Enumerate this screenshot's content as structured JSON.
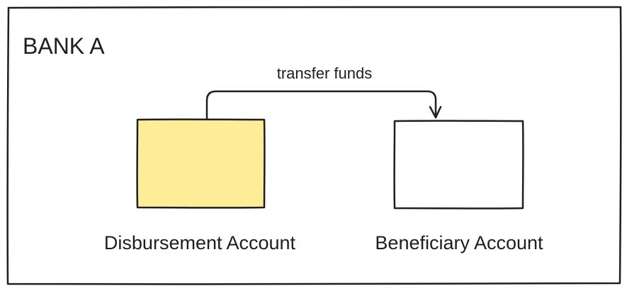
{
  "bank": {
    "label": "BANK A"
  },
  "flow": {
    "label": "transfer funds"
  },
  "accounts": {
    "source": {
      "label": "Disbursement Account",
      "fill": "#ffec99"
    },
    "target": {
      "label": "Beneficiary Account",
      "fill": "#ffffff"
    }
  },
  "colors": {
    "stroke": "#1e1e1e",
    "background": "#ffffff"
  }
}
